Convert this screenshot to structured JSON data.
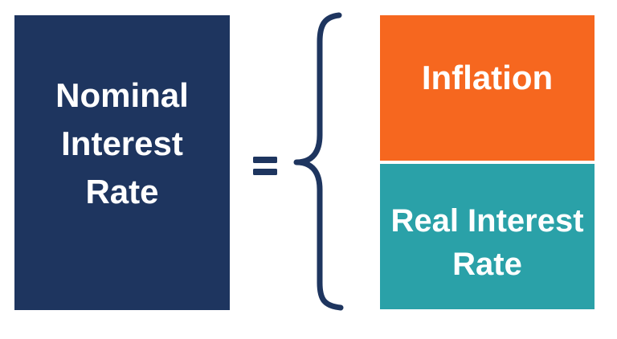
{
  "diagram": {
    "title_concept": "Nominal Interest Rate decomposition",
    "colors": {
      "navy": "#1E355F",
      "orange": "#F6671F",
      "teal": "#2AA1A8",
      "text": "#FFFFFF",
      "background": "#FFFFFF"
    },
    "left_box": {
      "label": "Nominal Interest Rate",
      "lines": [
        "Nominal",
        "Interest",
        "Rate"
      ]
    },
    "operator": "=",
    "brace_symbol": "{",
    "components": [
      {
        "label": "Inflation",
        "lines": [
          "Inflation"
        ],
        "color": "#F6671F"
      },
      {
        "label": "Real Interest Rate",
        "lines": [
          "Real Interest",
          "Rate"
        ],
        "color": "#2AA1A8"
      }
    ]
  }
}
